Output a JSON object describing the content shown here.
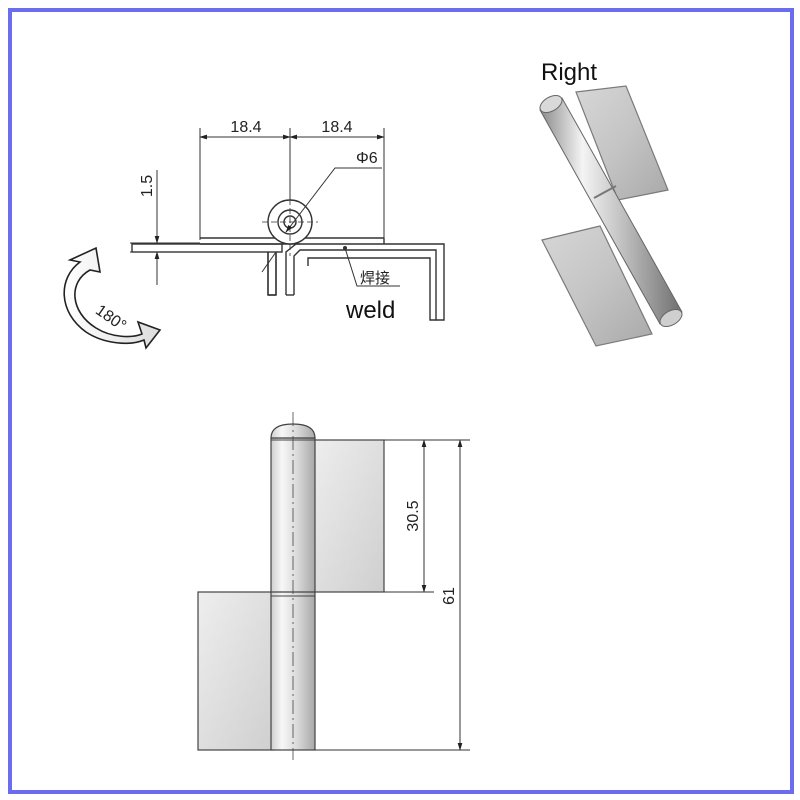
{
  "labels": {
    "photo_label": "Right",
    "weld_label": "weld",
    "weld_label_cn": "焊接",
    "rotation_label": "180°"
  },
  "dimensions": {
    "left_width": "18.4",
    "right_width": "18.4",
    "pin_diameter": "Φ6",
    "plate_thickness": "1.5",
    "half_height": "30.5",
    "total_height": "61"
  },
  "colors": {
    "frame": "#6b6cf0",
    "line": "#333333",
    "metal_light": "#e8e8e8",
    "metal_dark": "#b9b9b9"
  }
}
